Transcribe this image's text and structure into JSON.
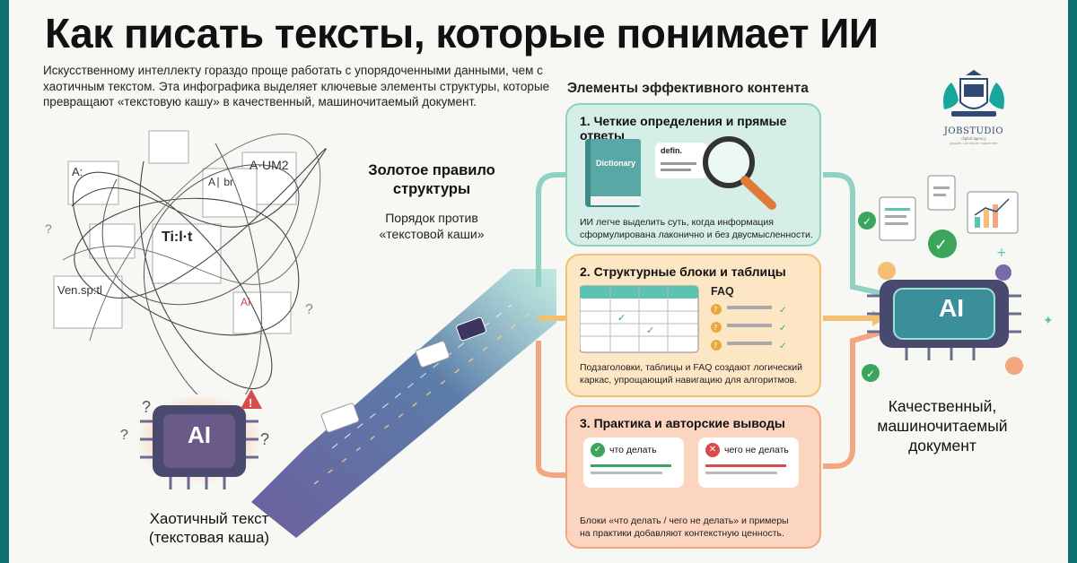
{
  "title": "Как писать тексты, которые понимает ИИ",
  "intro": "Искусственному интеллекту гораздо проще работать с упорядоченными данными, чем с хаотичным текстом. Эта инфографика выделяет ключевые элементы структуры, которые превращают «текстовую кашу» в качественный, машиночитаемый документ.",
  "section_title": "Элементы эффективного контента",
  "logo": {
    "name": "JOBSTUDIO",
    "subtitle": "digital agency",
    "tagline": "дизайн • интернет-маркетинг"
  },
  "chaos": {
    "label_line1": "Хаотичный текст",
    "label_line2": "(текстовая каша)",
    "chip": "AI",
    "doc_labels": [
      "A:",
      "A·UM2",
      "A∣ br",
      "Ti:l·t",
      "Ven.sp:tl",
      "AI"
    ]
  },
  "golden": {
    "title_line1": "Золотое правило",
    "title_line2": "структуры",
    "sub_line1": "Порядок против",
    "sub_line2": "«текстовой каши»"
  },
  "cards": [
    {
      "title": "1. Четкие определения и прямые ответы",
      "desc_line1": "ИИ легче выделить суть, когда информация",
      "desc_line2": "сформулирована лаконично и без двусмысленности.",
      "book_label": "Dictionary",
      "bubble_label": "defin."
    },
    {
      "title": "2. Структурные блоки и таблицы",
      "desc_line1": "Подзаголовки, таблицы и FAQ создают логический",
      "desc_line2": "каркас, упрощающий навигацию для алгоритмов.",
      "faq_label": "FAQ"
    },
    {
      "title": "3. Практика и авторские выводы",
      "desc_line1": "Блоки «что делать / чего не делать» и примеры",
      "desc_line2": "на практики добавляют контекстную ценность.",
      "do_label": "что делать",
      "dont_label": "чего не делать"
    }
  ],
  "result": {
    "chip": "AI",
    "label_line1": "Качественный,",
    "label_line2": "машиночитаемый",
    "label_line3": "документ"
  },
  "colors": {
    "teal": "#5cc2b2",
    "amber": "#f4bf72",
    "coral": "#f3a780",
    "green_check": "#3aa55b",
    "red_cross": "#d94b4b",
    "frame": "#0f6f6f"
  }
}
